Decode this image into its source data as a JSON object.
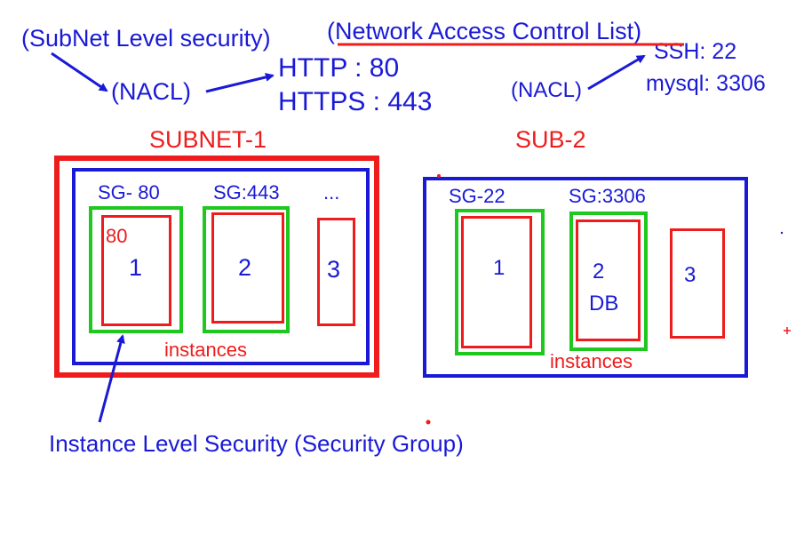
{
  "notes": {
    "subnet_level": "(SubNet Level security)",
    "nacl_left": "(NACL)",
    "http": "HTTP : 80",
    "https": "HTTPS : 443",
    "nacl_title": "(Network Access Control List)",
    "nacl_right": "(NACL)",
    "ssh": "SSH: 22",
    "mysql": "mysql: 3306",
    "instance_level": "Instance Level Security (Security Group)"
  },
  "subnet1": {
    "label": "SUBNET-1",
    "sg1_label": "SG- 80",
    "sg2_label": "SG:443",
    "more": "...",
    "inst1_port": "80",
    "inst1": "1",
    "inst2": "2",
    "inst3": "3",
    "instances": "instances"
  },
  "subnet2": {
    "label": "SUB-2",
    "sg1_label": "SG-22",
    "sg2_label": "SG:3306",
    "inst1": "1",
    "inst2": "2",
    "inst2_sub": "DB",
    "inst3": "3",
    "instances": "instances"
  },
  "colors": {
    "blue": "#1a1ad6",
    "red": "#ee1c1c",
    "green": "#1ec81e"
  }
}
